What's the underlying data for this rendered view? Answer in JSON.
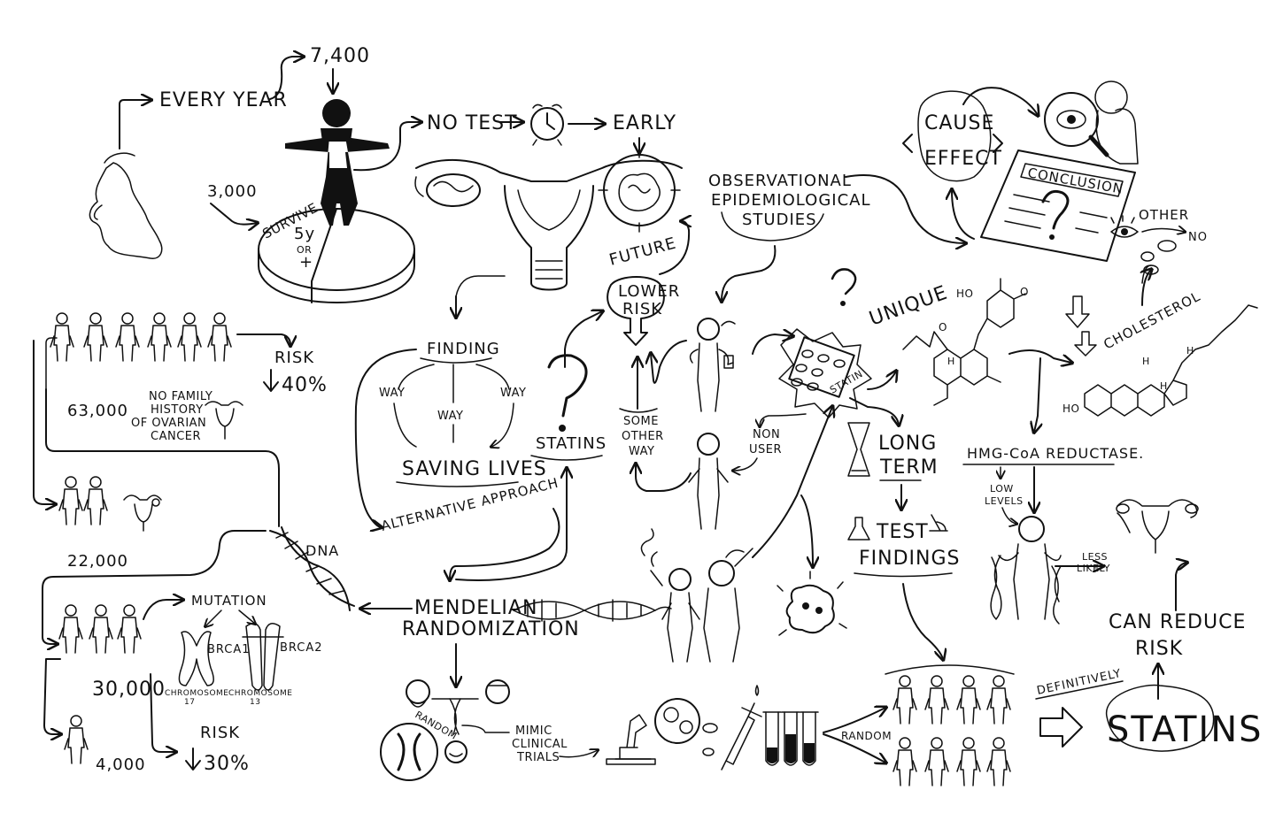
{
  "labels": {
    "every_year": "EVERY YEAR",
    "count_7400": "7,400",
    "count_3000": "3,000",
    "survive": "SURVIVE",
    "five_y": "5y",
    "or": "OR",
    "plus": "+",
    "no_test": "NO TEST",
    "early": "EARLY",
    "observational": "OBSERVATIONAL",
    "epidemiological": "EPIDEMIOLOGICAL",
    "studies": "STUDIES",
    "cause": "CAUSE",
    "effect": "EFFECT",
    "conclusion": "CONCLUSION",
    "other": "OTHER",
    "no": "NO",
    "unique": "UNIQUE",
    "cholesterol": "CHOLESTEROL",
    "risk_top": "RISK",
    "risk_40": "40%",
    "no_family_1": "NO FAMILY",
    "no_family_2": "HISTORY",
    "no_family_3": "OF OVARIAN",
    "no_family_4": "CANCER",
    "count_63000": "63,000",
    "finding": "FINDING",
    "way": "WAY",
    "saving_lives": "SAVING LIVES",
    "statins_q": "STATINS",
    "future": "FUTURE",
    "lower": "LOWER",
    "risk_mid": "RISK",
    "some": "SOME",
    "other_way_1": "OTHER",
    "other_way_2": "WAY",
    "non": "NON",
    "user": "USER",
    "statin_pack": "STATIN",
    "long": "LONG",
    "term": "TERM",
    "hmg": "HMG-CoA REDUCTASE.",
    "low": "LOW",
    "levels": "LEVELS",
    "less": "LESS",
    "likely": "LIKELY",
    "alternative": "ALTERNATIVE APPROACH",
    "count_22000": "22,000",
    "dna": "DNA",
    "mendelian": "MENDELIAN",
    "randomization": "RANDOMIZATION",
    "test": "TEST",
    "findings": "FINDINGS",
    "mutation": "MUTATION",
    "brca1": "BRCA1",
    "brca2": "BRCA2",
    "chromosome": "CHROMOSOME",
    "chr17": "17",
    "chr13": "13",
    "count_30000": "30,000",
    "risk_bottom": "RISK",
    "risk_30": "30%",
    "count_4000": "4,000",
    "random_1": "RANDOM",
    "mimic": "MIMIC",
    "clinical": "CLINICAL",
    "trials": "TRIALS",
    "random_2": "RANDOM",
    "definitively": "DEFINITIVELY",
    "statins_big": "STATINS",
    "can_reduce": "CAN REDUCE",
    "risk_final": "RISK"
  },
  "icons": [
    "uk-map-icon",
    "woman-silhouette-icon",
    "pie-chart-icon",
    "alarm-clock-icon",
    "uterus-icon",
    "tumor-icon",
    "magnifier-eye-icon",
    "conclusion-document-icon",
    "eye-icon",
    "pills-icon",
    "question-mark-icon",
    "pill-pack-icon",
    "molecule-icon",
    "hourglass-icon",
    "flask-icon",
    "microscope-icon",
    "dna-helix-icon",
    "chromosome-icon",
    "syringe-icon",
    "test-tubes-icon",
    "bacteria-icon",
    "person-icon",
    "arrow-icon"
  ],
  "colors": {
    "ink": "#111111",
    "paper": "#ffffff"
  }
}
